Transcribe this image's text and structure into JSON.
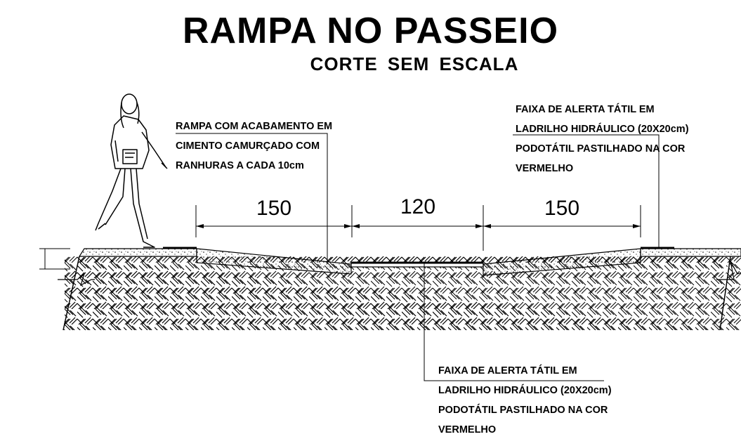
{
  "title": "RAMPA NO PASSEIO",
  "subtitle": "CORTE SEM  ESCALA",
  "notes": {
    "ramp_finish": [
      "RAMPA COM ACABAMENTO EM",
      "CIMENTO CAMURÇADO COM",
      "RANHURAS A CADA 10cm"
    ],
    "tactile_top": [
      "FAIXA DE ALERTA TÁTIL EM",
      "LADRILHO HIDRÁULICO (20X20cm)",
      "PODOTÁTIL PASTILHADO NA COR",
      "VERMELHO"
    ],
    "tactile_bottom": [
      "FAIXA DE ALERTA TÁTIL EM",
      "LADRILHO HIDRÁULICO (20X20cm)",
      "PODOTÁTIL PASTILHADO NA COR",
      "VERMELHO"
    ]
  },
  "dimensions": {
    "left_ramp": "150",
    "center": "120",
    "right_ramp": "150"
  },
  "colors": {
    "line": "#000000",
    "background": "#ffffff"
  },
  "icons": {
    "figure": "walking-woman-figure",
    "ground": "crosshatch-soil-pattern"
  }
}
